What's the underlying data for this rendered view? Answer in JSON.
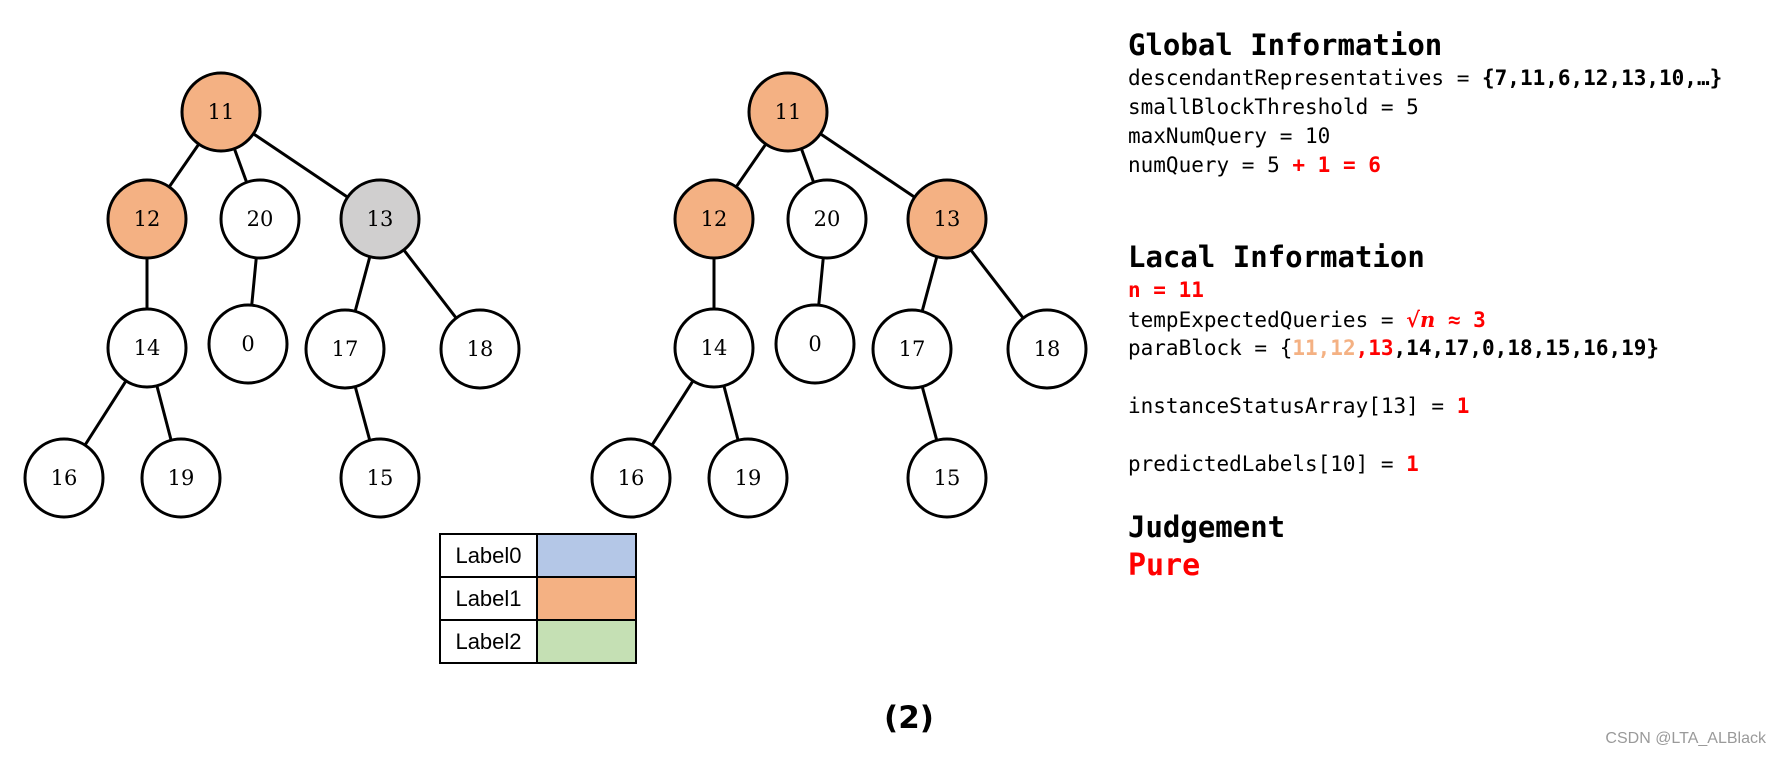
{
  "colors": {
    "label0": "#b4c7e7",
    "label1": "#f4b183",
    "label2": "#c5e0b4",
    "gray": "#d0cfcf",
    "white": "#ffffff",
    "red": "#ff0000"
  },
  "trees": [
    {
      "nodes": [
        {
          "id": "11",
          "fill": "label1"
        },
        {
          "id": "12",
          "fill": "label1"
        },
        {
          "id": "20",
          "fill": "white"
        },
        {
          "id": "13",
          "fill": "gray"
        },
        {
          "id": "14",
          "fill": "white"
        },
        {
          "id": "0",
          "fill": "white"
        },
        {
          "id": "17",
          "fill": "white"
        },
        {
          "id": "18",
          "fill": "white"
        },
        {
          "id": "16",
          "fill": "white"
        },
        {
          "id": "19",
          "fill": "white"
        },
        {
          "id": "15",
          "fill": "white"
        }
      ],
      "edges": [
        [
          "11",
          "12"
        ],
        [
          "11",
          "20"
        ],
        [
          "11",
          "13"
        ],
        [
          "12",
          "14"
        ],
        [
          "20",
          "0"
        ],
        [
          "13",
          "17"
        ],
        [
          "13",
          "18"
        ],
        [
          "14",
          "16"
        ],
        [
          "14",
          "19"
        ],
        [
          "17",
          "15"
        ]
      ]
    },
    {
      "nodes": [
        {
          "id": "11",
          "fill": "label1"
        },
        {
          "id": "12",
          "fill": "label1"
        },
        {
          "id": "20",
          "fill": "white"
        },
        {
          "id": "13",
          "fill": "label1"
        },
        {
          "id": "14",
          "fill": "white"
        },
        {
          "id": "0",
          "fill": "white"
        },
        {
          "id": "17",
          "fill": "white"
        },
        {
          "id": "18",
          "fill": "white"
        },
        {
          "id": "16",
          "fill": "white"
        },
        {
          "id": "19",
          "fill": "white"
        },
        {
          "id": "15",
          "fill": "white"
        }
      ],
      "edges": [
        [
          "11",
          "12"
        ],
        [
          "11",
          "20"
        ],
        [
          "11",
          "13"
        ],
        [
          "12",
          "14"
        ],
        [
          "20",
          "0"
        ],
        [
          "13",
          "17"
        ],
        [
          "13",
          "18"
        ],
        [
          "14",
          "16"
        ],
        [
          "14",
          "19"
        ],
        [
          "17",
          "15"
        ]
      ]
    }
  ],
  "legend": [
    {
      "label": "Label0",
      "color": "label0"
    },
    {
      "label": "Label1",
      "color": "label1"
    },
    {
      "label": "Label2",
      "color": "label2"
    }
  ],
  "global": {
    "heading": "Global Information",
    "desc_prefix": "descendantRepresentatives = ",
    "desc_value": "{7,11,6,12,13,10,…}",
    "small_block": "smallBlockThreshold = 5",
    "max_num_query": "maxNumQuery = 10",
    "num_query_prefix": "numQuery = 5 ",
    "num_query_add": "+ 1 = 6"
  },
  "local": {
    "heading": "Lacal Information",
    "n_line": "n = 11",
    "temp_prefix": "tempExpectedQueries = ",
    "temp_sqrt": "√n",
    "temp_suffix": " ≈ 3",
    "para_prefix": "paraBlock = {",
    "para_orange": "11,12",
    "para_red": ",13",
    "para_rest": ",14,17,0,18,15,16,19}",
    "instance_prefix": "instanceStatusArray[13] = ",
    "instance_value": "1",
    "predicted_prefix": "predictedLabels[10] = ",
    "predicted_value": "1"
  },
  "judgement": {
    "heading": "Judgement",
    "value": "Pure"
  },
  "caption": "(2)",
  "watermark": "CSDN @LTA_ALBlack"
}
